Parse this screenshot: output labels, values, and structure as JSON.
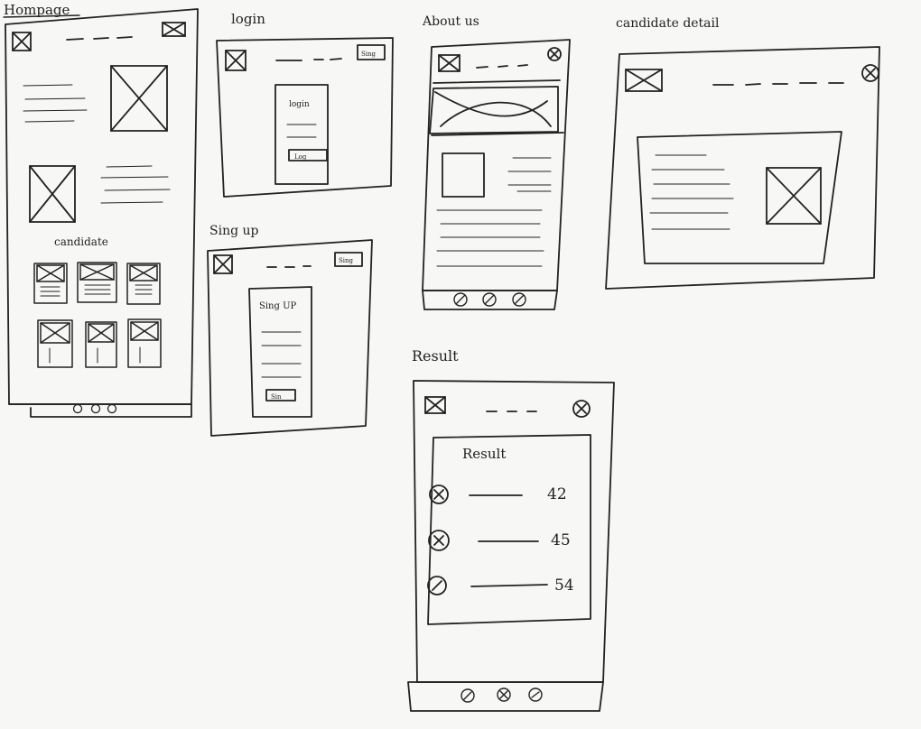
{
  "sketches": {
    "homepage": {
      "title": "Hompage",
      "section_label": "candidate"
    },
    "login": {
      "title": "login",
      "nav_button": "Sing",
      "form_title": "login",
      "submit_button": "Log"
    },
    "signup": {
      "title": "Sing up",
      "nav_button": "Sing",
      "form_title": "Sing UP",
      "submit_button": "Sin"
    },
    "about": {
      "title": "About us"
    },
    "candidate_detail": {
      "title": "candidate detail"
    },
    "result": {
      "title": "Result",
      "panel_title": "Result",
      "rows": [
        {
          "score": "42"
        },
        {
          "score": "45"
        },
        {
          "score": "54"
        }
      ]
    }
  },
  "colors": {
    "ink": "#222222",
    "paper": "#f7f7f5"
  }
}
